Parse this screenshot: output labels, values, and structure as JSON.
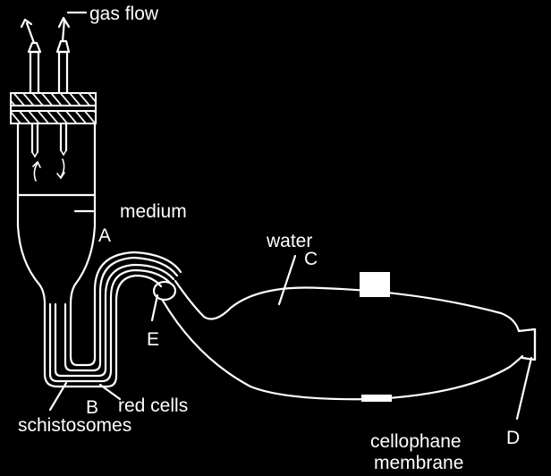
{
  "labels": {
    "gas_flow": "gas flow",
    "medium": "medium",
    "A": "A",
    "water": "water",
    "C": "C",
    "E": "E",
    "B": "B",
    "red_cells": "red cells",
    "schistosomes": "schistosomes",
    "cellophane_line1": "cellophane",
    "cellophane_line2": "membrane",
    "D": "D"
  },
  "colors": {
    "background": "#000000",
    "ink": "#ffffff"
  }
}
